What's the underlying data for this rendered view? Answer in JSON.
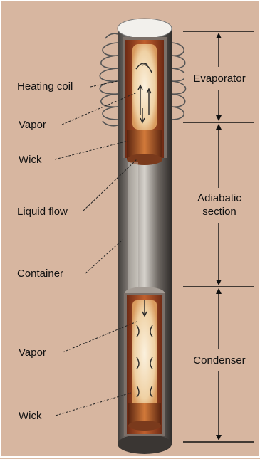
{
  "labels": {
    "heating_coil": "Heating coil",
    "vapor_top": "Vapor",
    "wick_top": "Wick",
    "liquid_flow": "Liquid flow",
    "container": "Container",
    "vapor_bottom": "Vapor",
    "wick_bottom": "Wick"
  },
  "sections": {
    "evaporator": "Evaporator",
    "adiabatic_line1": "Adiabatic",
    "adiabatic_line2": "section",
    "condenser": "Condenser"
  },
  "colors": {
    "background": "#d7b6a0",
    "tube_metal": "#8d8680",
    "wick": "#b0502a",
    "vapor_core": "#f4e2c4"
  }
}
